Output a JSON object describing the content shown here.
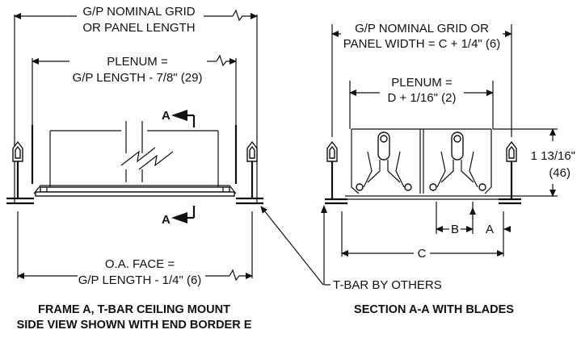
{
  "left_view": {
    "grid_label": [
      "G/P NOMINAL GRID",
      "OR PANEL LENGTH"
    ],
    "plenum_label": [
      "PLENUM =",
      "G/P LENGTH - 7/8\" (29)"
    ],
    "face_label": [
      "O.A. FACE =",
      "G/P LENGTH - 1/4\" (6)"
    ],
    "section_marker": "A",
    "caption": [
      "FRAME A, T-BAR CEILING MOUNT",
      "SIDE VIEW SHOWN WITH END BORDER E"
    ]
  },
  "right_view": {
    "grid_label": [
      "G/P NOMINAL GRID OR",
      "PANEL WIDTH = C + 1/4\" (6)"
    ],
    "plenum_label": [
      "PLENUM =",
      "D + 1/16\" (2)"
    ],
    "height_label": [
      "1 13/16\"",
      "(46)"
    ],
    "dim_b": "B",
    "dim_a": "A",
    "dim_c": "C",
    "caption": "SECTION A-A WITH BLADES"
  },
  "tbar_label": "T-BAR BY OTHERS"
}
